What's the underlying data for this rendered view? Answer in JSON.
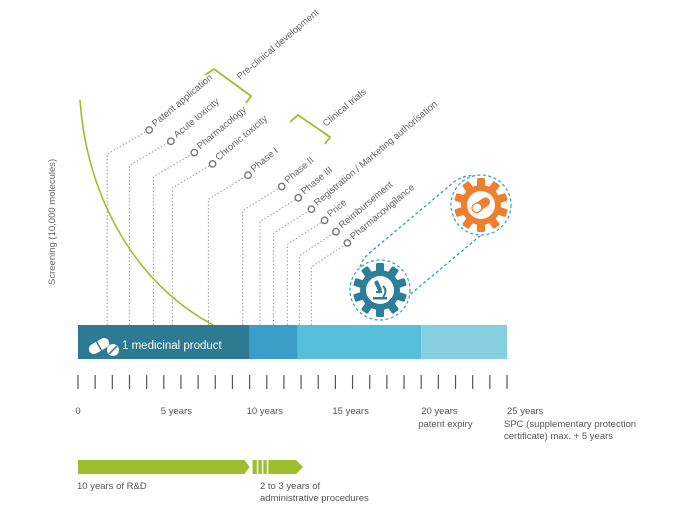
{
  "screening_label": "Screening (10,000 molecules)",
  "milestones": [
    {
      "label": "Patent application",
      "year": 1.7
    },
    {
      "label": "Acute toxicity",
      "year": 3.0
    },
    {
      "label": "Pharmacology",
      "year": 4.4
    },
    {
      "label": "Chronic toxicity",
      "year": 5.5
    },
    {
      "label": "Phase I",
      "year": 7.6
    },
    {
      "label": "Phase II",
      "year": 9.6
    },
    {
      "label": "Phase III",
      "year": 10.6
    },
    {
      "label": "Registration / Marketing authorisation",
      "year": 11.4
    },
    {
      "label": "Price",
      "year": 12.2
    },
    {
      "label": "Reimbursement",
      "year": 12.9
    },
    {
      "label": "Pharmacovigilance",
      "year": 13.6
    }
  ],
  "group_labels": {
    "preclinical": "Pre-clinical development",
    "clinical": "Clinical trials"
  },
  "product_label": "1 medicinal product",
  "bar_segments": [
    {
      "from": 0,
      "to": 10,
      "color": "#2e7a92"
    },
    {
      "from": 10,
      "to": 12.8,
      "color": "#3a9ec9"
    },
    {
      "from": 12.8,
      "to": 20,
      "color": "#55bfd8"
    },
    {
      "from": 20,
      "to": 25,
      "color": "#86cfe0"
    }
  ],
  "axis": {
    "min": 0,
    "max": 25,
    "minor_step": 1,
    "major_ticks": [
      {
        "year": 0,
        "label": "0",
        "sub": ""
      },
      {
        "year": 5,
        "label": "5 years",
        "sub": ""
      },
      {
        "year": 10,
        "label": "10 years",
        "sub": ""
      },
      {
        "year": 15,
        "label": "15 years",
        "sub": ""
      },
      {
        "year": 20,
        "label": "20 years",
        "sub": "patent expiry"
      },
      {
        "year": 25,
        "label": "25 years",
        "sub": "SPC (supplementary protection certificate) max. + 5 years"
      }
    ]
  },
  "phases": {
    "rd": {
      "label": "10 years of R&D",
      "from": 0,
      "to": 10,
      "color": "#9fbe2e"
    },
    "admin": {
      "label": "2 to 3 years of administrative procedures",
      "from": 10,
      "to": 13,
      "color": "#9fbe2e"
    }
  },
  "colors": {
    "curve": "#9fbe2e",
    "bracket": "#9fbe2e",
    "dots": "#999999",
    "gear_teal": "#2b7f98",
    "gear_orange": "#ee7f2e",
    "capsule": "#2e9fc4"
  },
  "icons": [
    "pill-capsule-icon",
    "microscope-gear-icon",
    "pill-gear-icon"
  ]
}
